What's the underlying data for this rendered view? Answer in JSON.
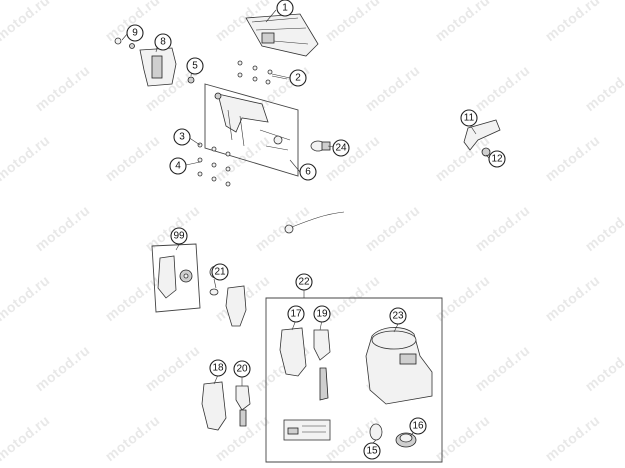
{
  "watermark": "motod.ru",
  "callouts": [
    {
      "id": "c1",
      "label": "1"
    },
    {
      "id": "c2",
      "label": "2"
    },
    {
      "id": "c3",
      "label": "3"
    },
    {
      "id": "c4",
      "label": "4"
    },
    {
      "id": "c5",
      "label": "5"
    },
    {
      "id": "c6",
      "label": "6"
    },
    {
      "id": "c8",
      "label": "8"
    },
    {
      "id": "c9",
      "label": "9"
    },
    {
      "id": "c11",
      "label": "11"
    },
    {
      "id": "c12",
      "label": "12"
    },
    {
      "id": "c15",
      "label": "15"
    },
    {
      "id": "c16",
      "label": "16"
    },
    {
      "id": "c17",
      "label": "17"
    },
    {
      "id": "c18",
      "label": "18"
    },
    {
      "id": "c19",
      "label": "19"
    },
    {
      "id": "c20",
      "label": "20"
    },
    {
      "id": "c21",
      "label": "21"
    },
    {
      "id": "c22",
      "label": "22"
    },
    {
      "id": "c23",
      "label": "23"
    },
    {
      "id": "c24",
      "label": "24"
    },
    {
      "id": "c99",
      "label": "99"
    }
  ]
}
